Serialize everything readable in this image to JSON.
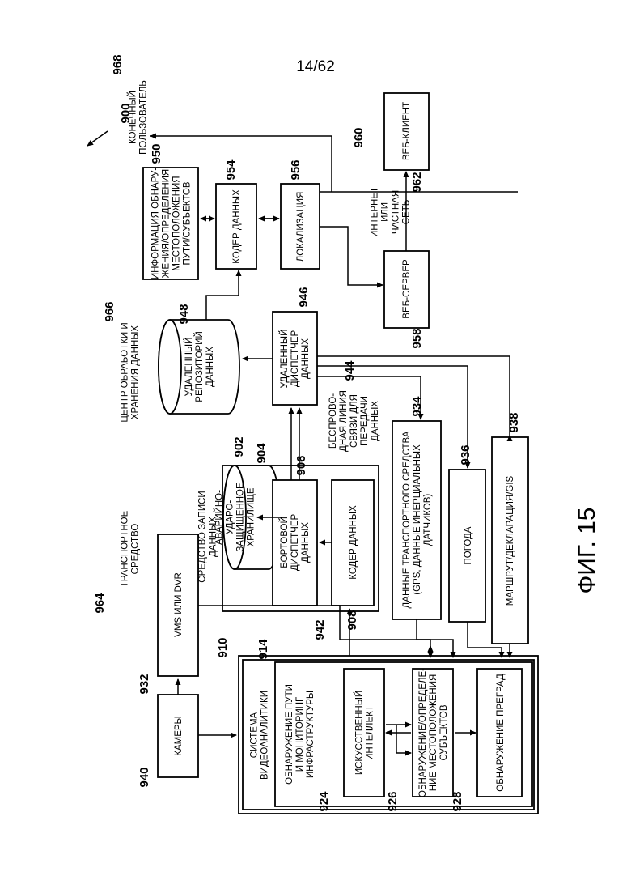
{
  "page_number": "14/62",
  "figure_label": "ФИГ. 15",
  "nodes": {
    "system": {
      "ref": "900"
    },
    "vehicle": {
      "ref": "964",
      "label": [
        "ТРАНСПОРТНОЕ",
        "СРЕДСТВО"
      ]
    },
    "cameras": {
      "ref": "940",
      "label": [
        "КАМЕРЫ"
      ]
    },
    "vms": {
      "ref": "932",
      "label": [
        "VMS ИЛИ DVR"
      ]
    },
    "video_analytics": {
      "ref": "910",
      "label": [
        "СИСТЕМА",
        "ВИДЕОАНАЛИТИКИ"
      ]
    },
    "path_detection": {
      "ref": "914",
      "label": [
        "ОБНАРУЖЕНИЕ ПУТИ",
        "И МОНИТОРИНГ",
        "ИНФРАСТРУКТУРЫ"
      ]
    },
    "ai": {
      "ref": "924",
      "label": [
        "ИСКУССТВЕННЫЙ",
        "ИНТЕЛЛЕКТ"
      ]
    },
    "subject_detection": {
      "ref": "926",
      "label": [
        "ОБНАРУЖЕНИЕ/ОПРЕДЕЛЕ-",
        "НИЕ МЕСТОПОЛОЖЕНИЯ",
        "СУБЪЕКТОВ"
      ]
    },
    "obstacle_detection": {
      "ref": "928",
      "label": [
        "ОБНАРУЖЕНИЕ ПРЕГРАД"
      ]
    },
    "data_recorder": {
      "ref": "902",
      "label": [
        "СРЕДСТВО ЗАПИСИ",
        "ДАННЫХ"
      ]
    },
    "crash_storage": {
      "ref": "904",
      "label": [
        "АВАРИЙНО-",
        "УДАРО-",
        "ЗАЩИЩЕННОЕ",
        "ХРАНИЛИЩЕ"
      ]
    },
    "onboard_manager": {
      "ref": "906",
      "label": [
        "БОРТОВОЙ",
        "ДИСПЕТЧЕР",
        "ДАННЫХ"
      ]
    },
    "data_encoder_onboard": {
      "ref": "908",
      "label": [
        "КОДЕР ДАННЫХ"
      ]
    },
    "wireless_link": {
      "ref": "944",
      "label": [
        "БЕСПРОВО-",
        "ДНАЯ ЛИНИЯ",
        "СВЯЗИ ДЛЯ",
        "ПЕРЕДАЧИ",
        "ДАННЫХ"
      ]
    },
    "bus_942": {
      "ref": "942"
    },
    "vehicle_data": {
      "ref": "934",
      "label": [
        "ДАННЫЕ ТРАНСПОРТНОГО СРЕДСТВА",
        "(GPS, ДАННЫЕ ИНЕРЦИАЛЬНЫХ",
        "ДАТЧИКОВ)"
      ]
    },
    "weather": {
      "ref": "936",
      "label": [
        "ПОГОДА"
      ]
    },
    "route": {
      "ref": "938",
      "label": [
        "МАРШРУТ/ДЕКЛАРАЦИЯ/GIS"
      ]
    },
    "data_center": {
      "ref": "966",
      "label": [
        "ЦЕНТР ОБРАБОТКИ И",
        "ХРАНЕНИЯ ДАННЫХ"
      ]
    },
    "remote_repository": {
      "ref": "948",
      "label": [
        "УДАЛЕННЫЙ",
        "РЕПОЗИТОРИЙ",
        "ДАННЫХ"
      ]
    },
    "remote_manager": {
      "ref": "946",
      "label": [
        "УДАЛЕННЫЙ",
        "ДИСПЕТЧЕР",
        "ДАННЫХ"
      ]
    },
    "detection_info": {
      "ref": "950",
      "label": [
        "ИНФОРМАЦИЯ ОБНАРУ-",
        "ЖЕНИЯ/ОПРЕДЕЛЕНИЯ",
        "МЕСТОПОЛОЖЕНИЯ",
        "ПУТИ/СУБЪЕКТОВ"
      ]
    },
    "data_encoder_remote": {
      "ref": "954",
      "label": [
        "КОДЕР ДАННЫХ"
      ]
    },
    "localization": {
      "ref": "956",
      "label": [
        "ЛОКАЛИЗАЦИЯ"
      ]
    },
    "web_server": {
      "ref": "958",
      "label": [
        "ВЕБ-СЕРВЕР"
      ]
    },
    "internet": {
      "ref": "960",
      "label": [
        "ИНТЕРНЕТ",
        "ИЛИ",
        "ЧАСТНАЯ",
        "СЕТЬ"
      ]
    },
    "web_client": {
      "ref": "962",
      "label": [
        "ВЕБ-КЛИЕНТ"
      ]
    },
    "end_user": {
      "ref": "968",
      "label": [
        "КОНЕЧНЫЙ",
        "ПОЛЬЗОВАТЕЛЬ"
      ]
    }
  }
}
